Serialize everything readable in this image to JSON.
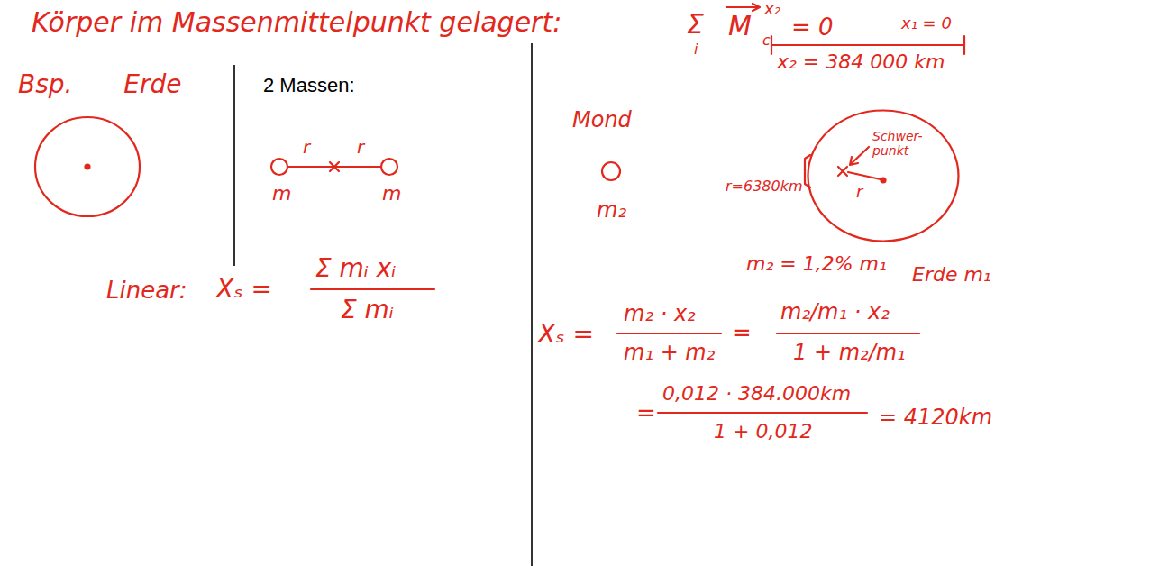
{
  "diagram": {
    "nodes": [
      {
        "text": [
          "Schwer- punkt",
          "r"
        ]
      }
    ],
    "labels": [
      "Körper im Massenmittelpunkt gelagert:",
      "Σ",
      "i",
      "M",
      "c",
      "= 0",
      "x₂",
      "x₁ = 0",
      "x₂ = 384 000 km",
      "Bsp. Erde",
      "2 Massen:",
      "r",
      "r",
      "m",
      "m",
      "Linear:",
      "Xₛ =",
      "Σ mᵢ xᵢ",
      "Σ mᵢ",
      "Mond",
      "m₂",
      "r=6380km",
      "m₂ = 1,2% m₁",
      "Erde m₁",
      "Xₛ =",
      "m₂ · x₂",
      "m₁ + m₂",
      "=",
      "m₂/m₁ · x₂",
      "1 + m₂/m₁",
      "=",
      "0,012 · 384.000km",
      "1 + 0,012",
      "= 4120km"
    ]
  }
}
